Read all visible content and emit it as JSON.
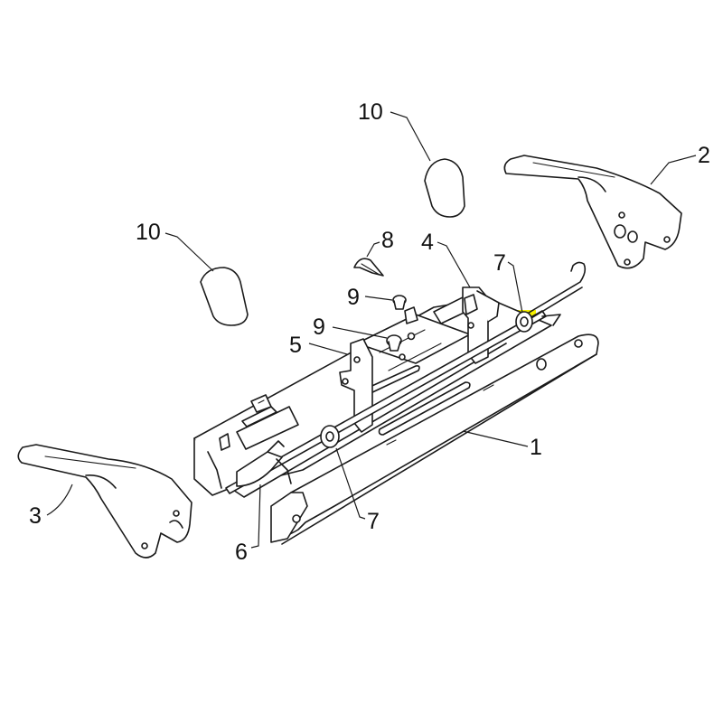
{
  "diagram": {
    "highlight_color": "#f5f000",
    "callouts": [
      {
        "id": "c1",
        "label": "1"
      },
      {
        "id": "c2",
        "label": "2"
      },
      {
        "id": "c3",
        "label": "3"
      },
      {
        "id": "c4",
        "label": "4"
      },
      {
        "id": "c5",
        "label": "5"
      },
      {
        "id": "c6",
        "label": "6"
      },
      {
        "id": "c7a",
        "label": "7"
      },
      {
        "id": "c7b",
        "label": "7"
      },
      {
        "id": "c8",
        "label": "8"
      },
      {
        "id": "c9a",
        "label": "9"
      },
      {
        "id": "c9b",
        "label": "9"
      },
      {
        "id": "c10a",
        "label": "10"
      },
      {
        "id": "c10b",
        "label": "10"
      }
    ]
  }
}
